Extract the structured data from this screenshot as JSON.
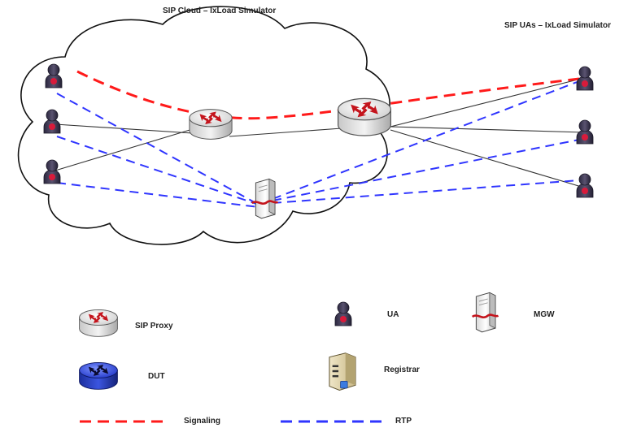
{
  "titles": {
    "cloud": "SIP Cloud – IxLoad Simulator",
    "uas": "SIP UAs – IxLoad Simulator"
  },
  "legend": {
    "sip_proxy": "SIP Proxy",
    "dut": "DUT",
    "ua": "UA",
    "registrar": "Registrar",
    "mgw": "MGW",
    "signaling": "Signaling",
    "rtp": "RTP"
  },
  "colors": {
    "signaling": "#ff1a1a",
    "rtp": "#2f35ff",
    "link": "#333333",
    "ua_body": "#3a3550",
    "ua_accent": "#d81b3b",
    "router_top": "#e6e6e6",
    "router_side": "#bdbdbd",
    "dut_top": "#2d4fd8",
    "dut_side": "#1a2ea0"
  },
  "icons": {
    "router": "sip-proxy-router-icon",
    "dut": "dut-router-icon",
    "ua": "user-agent-icon",
    "mgw": "media-gateway-icon",
    "registrar": "registrar-server-icon"
  }
}
